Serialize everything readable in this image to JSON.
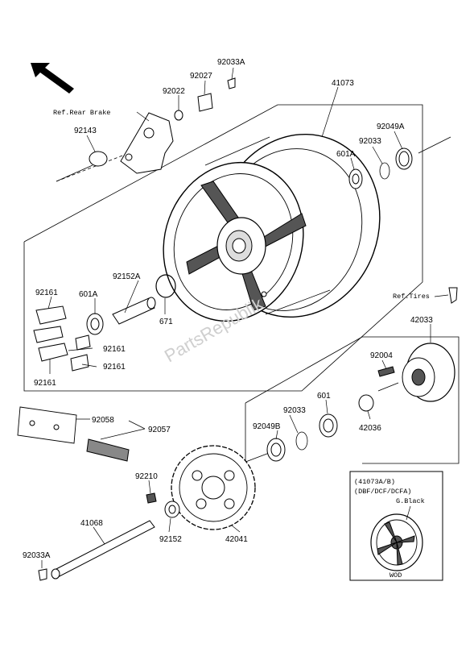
{
  "labels": {
    "l41073": "41073",
    "l92033A_top": "92033A",
    "l92027": "92027",
    "l92022": "92022",
    "ref_rear_brake": "Ref.Rear Brake",
    "l92143": "92143",
    "l92049A": "92049A",
    "l92033_top": "92033",
    "l601A_top": "601A",
    "l92152A": "92152A",
    "l92161_a": "92161",
    "l601A_left": "601A",
    "l671": "671",
    "ref_tires": "Ref.Tires",
    "l92161_b": "92161",
    "l92161_c": "92161",
    "l92161_d": "92161",
    "l42033": "42033",
    "l92004": "92004",
    "l601": "601",
    "l92033_mid": "92033",
    "l92049B": "92049B",
    "l42036": "42036",
    "l92058": "92058",
    "l92057": "92057",
    "l92210": "92210",
    "l41068": "41068",
    "l92152": "92152",
    "l42041": "42041",
    "l92033A_bottom": "92033A"
  },
  "inset": {
    "line1": "(41073A/B)",
    "line2": "(DBF/DCF/DCFA)",
    "color_label": "G.Black",
    "code": "WOD"
  },
  "watermark": "PartsRepublik"
}
